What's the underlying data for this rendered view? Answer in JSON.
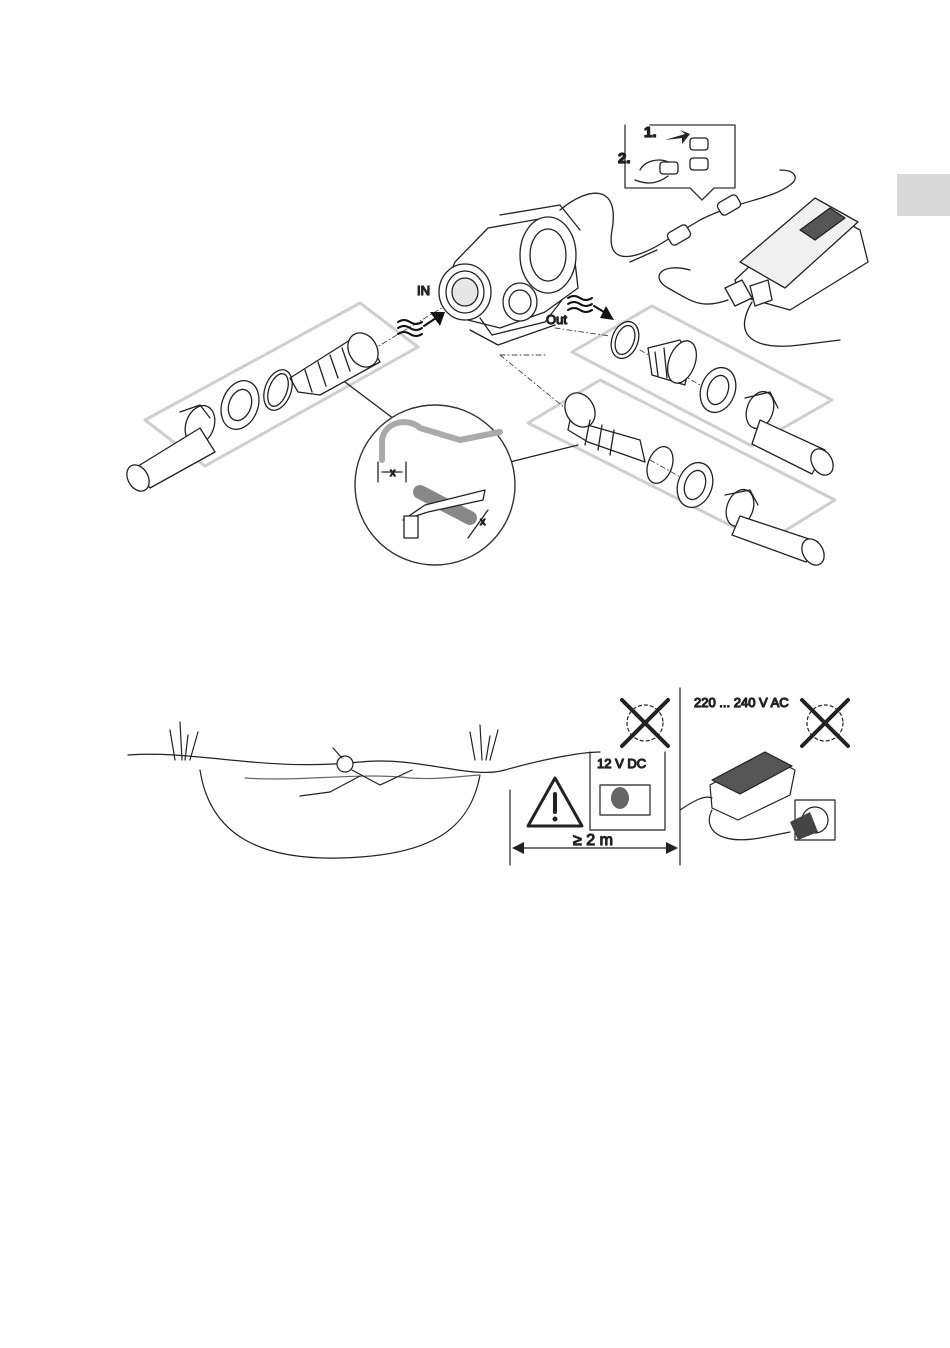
{
  "figure_installation": {
    "step_1": "1.",
    "step_2": "2.",
    "label_in": "IN",
    "label_out": "Out",
    "cut_dimension": "x"
  },
  "figure_safety": {
    "low_voltage": "12 V DC",
    "mains_voltage": "220 ... 240 V AC",
    "min_distance": "≥ 2 m"
  }
}
